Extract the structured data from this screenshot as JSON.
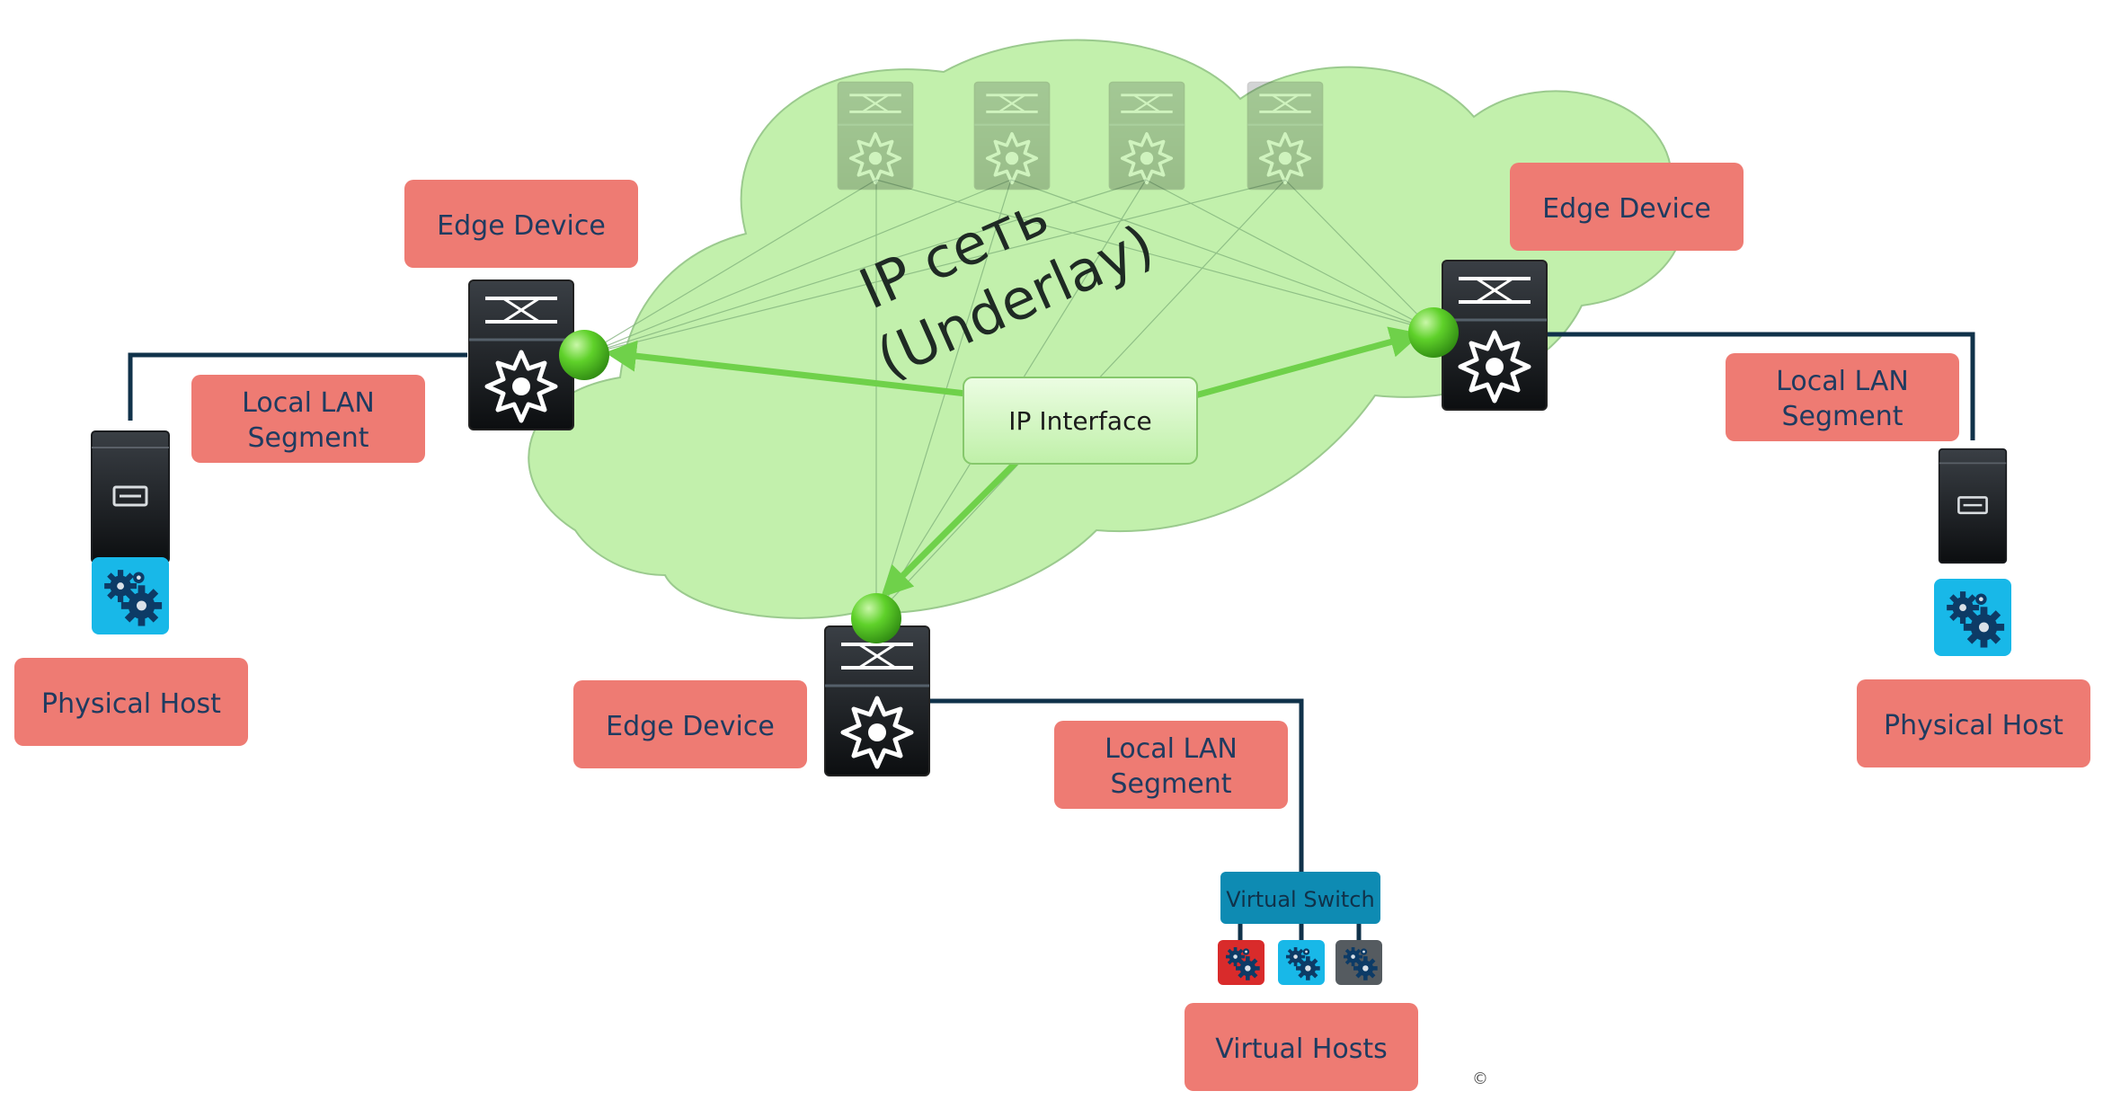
{
  "cloud": {
    "title_line1": "IP сеть",
    "title_line2": "(Underlay)",
    "interface_label": "IP Interface"
  },
  "edges": {
    "left_label": "Edge Device",
    "right_label": "Edge Device",
    "bottom_label": "Edge Device"
  },
  "segments": {
    "left": [
      "Local LAN",
      "Segment"
    ],
    "right": [
      "Local LAN",
      "Segment"
    ],
    "bottom": [
      "Local LAN",
      "Segment"
    ]
  },
  "hosts": {
    "left_label": "Physical Host",
    "right_label": "Physical Host",
    "virtual_switch_label": "Virtual Switch",
    "virtual_hosts_label": "Virtual Hosts"
  },
  "colors": {
    "label_fill": "#ee7b73",
    "label_text": "#1f3b60",
    "cloud_fill": "#bff0a8",
    "node_green": "#5fd12a",
    "arrow_green": "#6fd14a",
    "switch_blue": "#0e8bb3",
    "gear_blue": "#18b8e8",
    "gear_red": "#d92b2b",
    "gear_grey": "#555b60"
  },
  "icons": {
    "spine_switch": "spine-switch-icon",
    "edge_switch": "edge-switch-icon",
    "server": "server-icon",
    "gears": "gears-icon"
  },
  "footnote": "©"
}
